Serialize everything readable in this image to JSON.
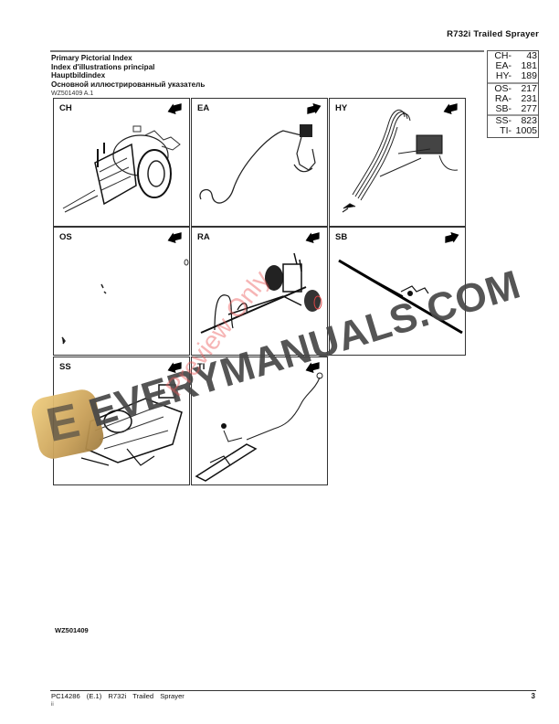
{
  "header": {
    "doc_title": "R732i Trailed Sprayer"
  },
  "titles": [
    "Primary Pictorial Index",
    "Index d'illustrations principal",
    "Hauptbildindex",
    "Основной иллюстрированный указатель"
  ],
  "figure_ref": "WZ501409 A.1",
  "section_index": [
    {
      "code": "CH-",
      "page": "43"
    },
    {
      "code": "EA-",
      "page": "181"
    },
    {
      "code": "HY-",
      "page": "189"
    },
    {
      "code": "OS-",
      "page": "217"
    },
    {
      "code": "RA-",
      "page": "231"
    },
    {
      "code": "SB-",
      "page": "277"
    },
    {
      "code": "SS-",
      "page": "823"
    },
    {
      "code": "TI-",
      "page": "1005"
    }
  ],
  "pictorial_grid": [
    {
      "label": "CH",
      "arrow": "left",
      "depicts": "chassis"
    },
    {
      "label": "EA",
      "arrow": "right",
      "depicts": "electrical harness"
    },
    {
      "label": "HY",
      "arrow": "left",
      "depicts": "hydraulic hoses"
    },
    {
      "label": "OS",
      "arrow": "left",
      "depicts": "small parts"
    },
    {
      "label": "RA",
      "arrow": "left",
      "depicts": "rear axle"
    },
    {
      "label": "SB",
      "arrow": "right",
      "depicts": "spray boom"
    },
    {
      "label": "SS",
      "arrow": "left",
      "depicts": "spray system"
    },
    {
      "label": "TI",
      "arrow": "left",
      "depicts": "tongue / hitch"
    }
  ],
  "figure_id": "WZ501409",
  "footer": {
    "doc_number": "PC14286",
    "edition": "(E.1)",
    "title": "R732i Trailed Sprayer",
    "sub": "ii",
    "page": "3"
  },
  "watermark": {
    "site": "EVERYMANUALS.COM",
    "preview": "Preview Only",
    "logo_letter": "E",
    "logo_color": "#d9b46a"
  }
}
